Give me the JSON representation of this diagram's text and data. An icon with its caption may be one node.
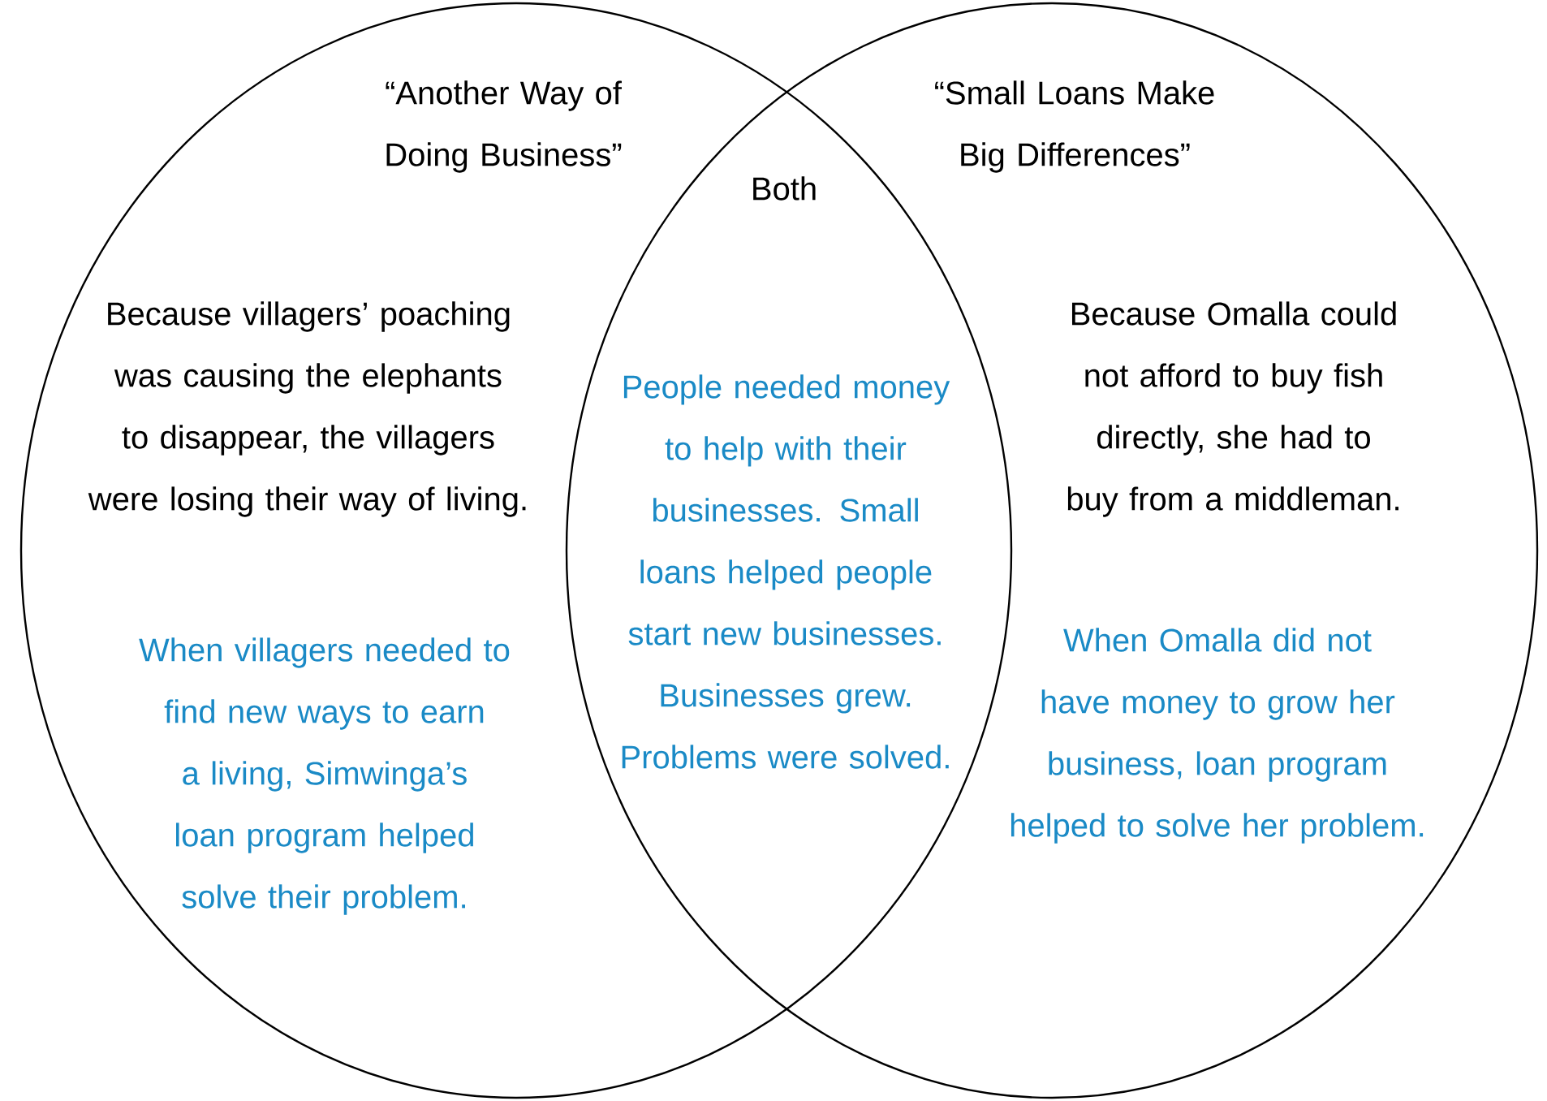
{
  "diagram": {
    "nodes": [
      {
        "text": [
          "“Another Way of Doing Business”",
          "Because villagers’ poaching was causing the elephants to disappear, the villagers were losing their way of living.",
          "When villagers needed to find new ways to earn a living, Simwinga’s loan program helped solve their problem."
        ]
      },
      {
        "text": [
          "“Small Loans Make Big Differences”",
          "Because Omalla could not afford to buy fish directly, she had to buy from a middleman.",
          "When Omalla did not have money to grow her business, loan program helped to solve her problem."
        ]
      },
      {
        "text": [
          "Both",
          "People needed money to help with their businesses. Small loans helped people start new businesses. Businesses grew. Problems were solved."
        ]
      }
    ]
  }
}
